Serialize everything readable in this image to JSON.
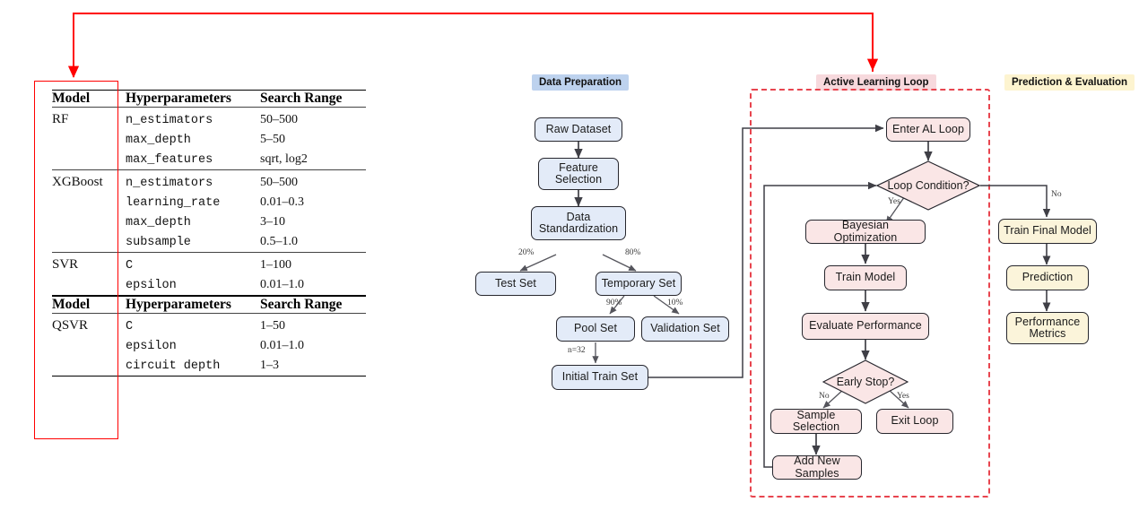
{
  "table": {
    "columns": [
      "Model",
      "Hyperparameters",
      "Search Range"
    ],
    "block1": [
      {
        "model": "RF",
        "rows": [
          {
            "hp": "n_estimators",
            "range": "50–500"
          },
          {
            "hp": "max_depth",
            "range": "5–50"
          },
          {
            "hp": "max_features",
            "range": "sqrt, log2"
          }
        ]
      },
      {
        "model": "XGBoost",
        "rows": [
          {
            "hp": "n_estimators",
            "range": "50–500"
          },
          {
            "hp": "learning_rate",
            "range": "0.01–0.3"
          },
          {
            "hp": "max_depth",
            "range": "3–10"
          },
          {
            "hp": "subsample",
            "range": "0.5–1.0"
          }
        ]
      },
      {
        "model": "SVR",
        "rows": [
          {
            "hp": "C",
            "range": "1–100"
          },
          {
            "hp": "epsilon",
            "range": "0.01–1.0"
          }
        ]
      }
    ],
    "block2": [
      {
        "model": "QSVR",
        "rows": [
          {
            "hp": "C",
            "range": "1–50"
          },
          {
            "hp": "epsilon",
            "range": "0.01–1.0"
          },
          {
            "hp": "circuit depth",
            "range": "1–3"
          }
        ]
      }
    ]
  },
  "sections": {
    "prep": {
      "label": "Data Preparation",
      "color": "#bdd2ee"
    },
    "al": {
      "label": "Active Learning Loop",
      "color": "#f7d9dd"
    },
    "pred": {
      "label": "Prediction & Evaluation",
      "color": "#fdf4d0"
    }
  },
  "prep_nodes": {
    "raw": "Raw Dataset",
    "feat": "Feature\nSelection",
    "feat_l1": "Feature",
    "feat_l2": "Selection",
    "std_l1": "Data",
    "std_l2": "Standardization",
    "test": "Test Set",
    "temp": "Temporary Set",
    "pool": "Pool Set",
    "val": "Validation Set",
    "init": "Initial Train Set"
  },
  "prep_edges": {
    "split20": "20%",
    "split80": "80%",
    "split90": "90%",
    "split10": "10%",
    "nsamples": "n=32"
  },
  "al_nodes": {
    "enter": "Enter AL Loop",
    "cond": "Loop Condition?",
    "bayes": "Bayesian Optimization",
    "train": "Train Model",
    "eval": "Evaluate Performance",
    "early": "Early Stop?",
    "sample": "Sample Selection",
    "exit": "Exit Loop",
    "add": "Add New Samples"
  },
  "al_edges": {
    "cond_yes": "Yes",
    "cond_no": "No",
    "early_no": "No",
    "early_yes": "Yes"
  },
  "pred_nodes": {
    "final_l1": "Train Final Model",
    "pred": "Prediction",
    "metrics_l1": "Performance",
    "metrics_l2": "Metrics"
  },
  "colors": {
    "blue_fill": "#e3ebf8",
    "pink_fill": "#fae6e6",
    "yellow_fill": "#fbf4da",
    "red_accent": "#ff0000",
    "dashed_red": "#e8454f",
    "edge_gray": "#3f3f46"
  }
}
